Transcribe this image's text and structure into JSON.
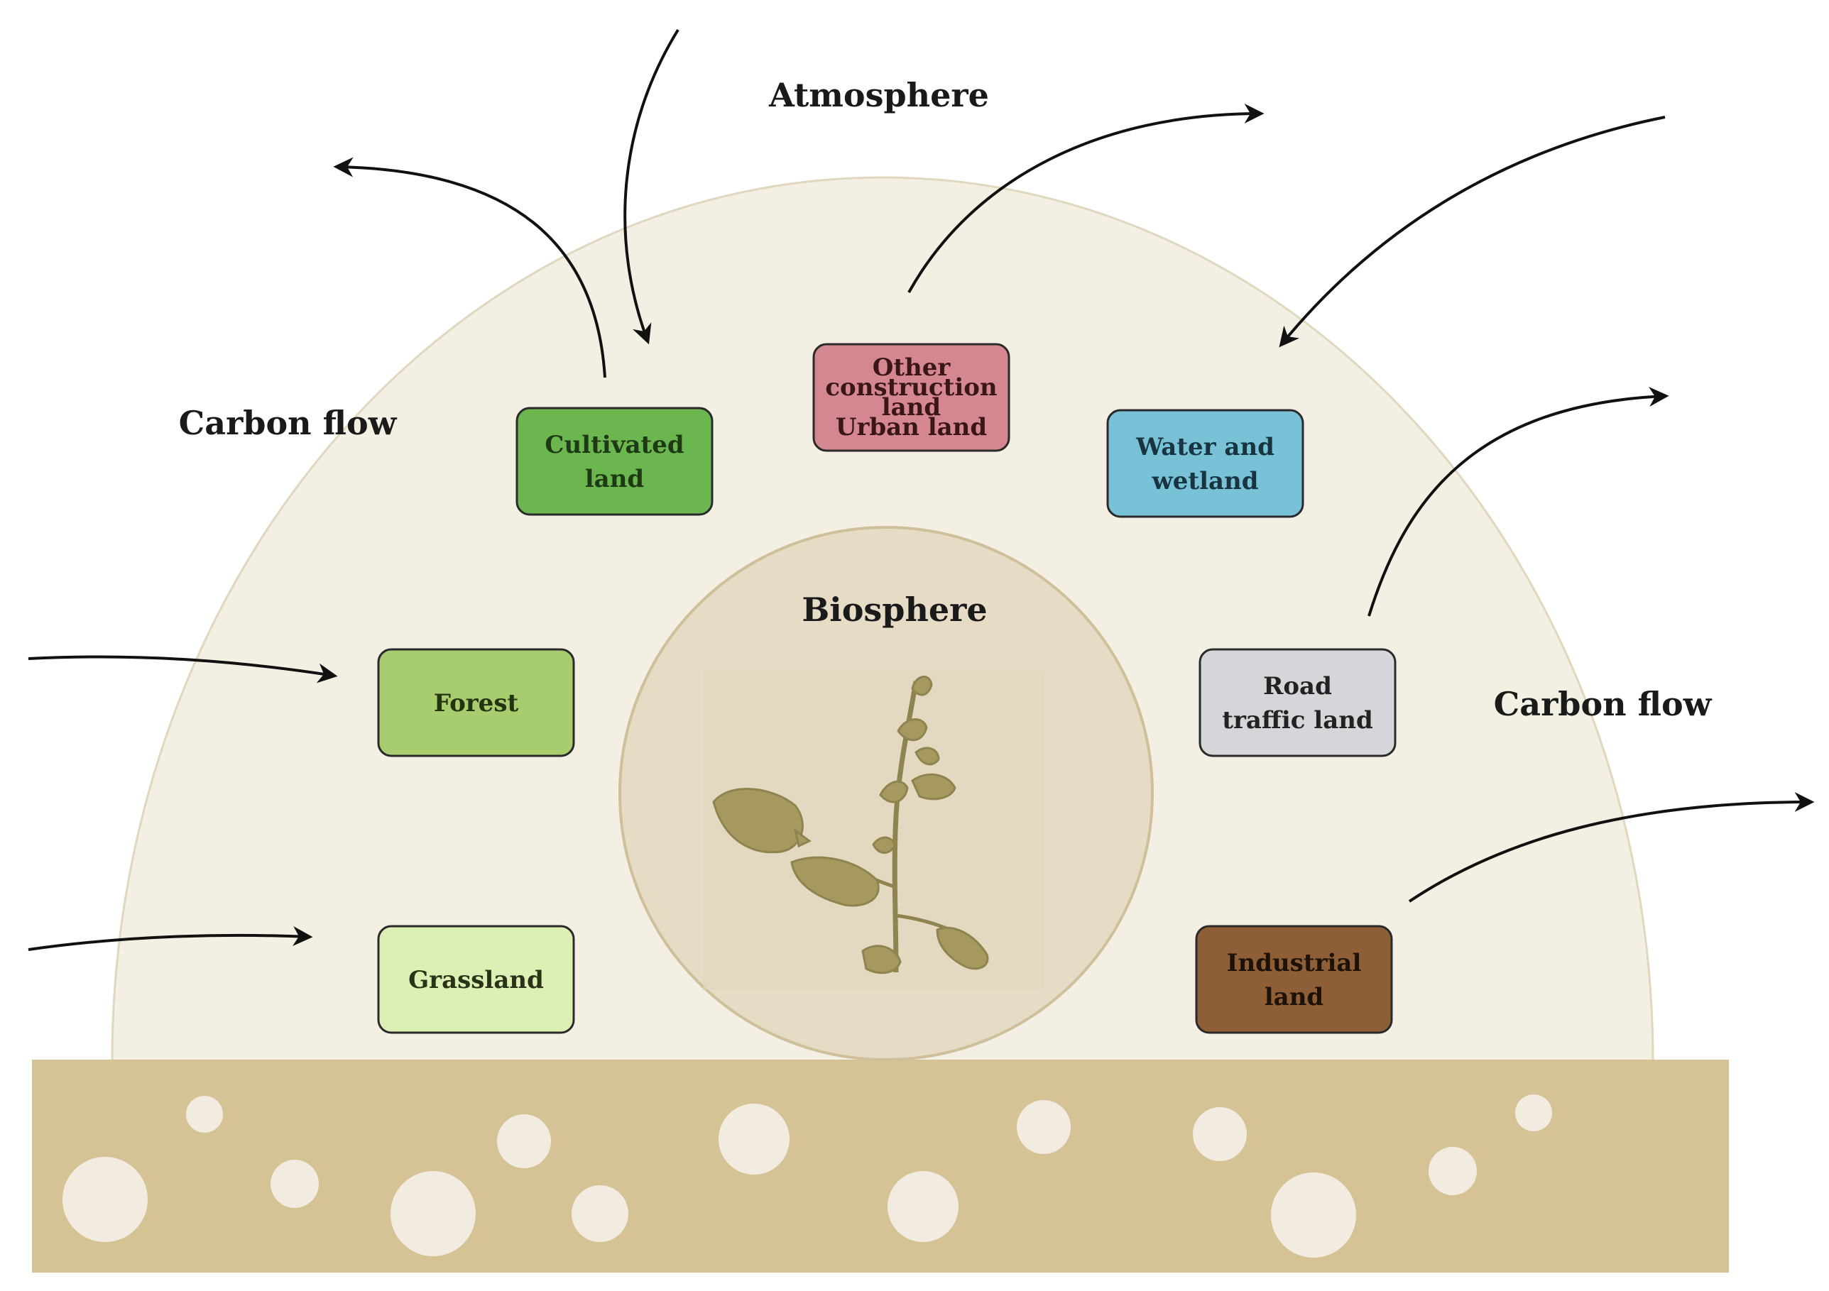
{
  "labels": {
    "atmosphere": "Atmosphere",
    "biosphere": "Biosphere",
    "carbon_flow_left": "Carbon flow",
    "carbon_flow_right": "Carbon flow"
  },
  "land_types": [
    {
      "id": "cultivated",
      "lines": [
        "Cultivated",
        "land"
      ],
      "color": "#6cb650",
      "text_color": "#1e3a14"
    },
    {
      "id": "other-construction-urban",
      "lines": [
        "Other",
        "construction",
        "land",
        "Urban land"
      ],
      "color": "#d4878e",
      "text_color": "#3a1618"
    },
    {
      "id": "water-wetland",
      "lines": [
        "Water and",
        "wetland"
      ],
      "color": "#79c1d7",
      "text_color": "#17343f"
    },
    {
      "id": "forest",
      "lines": [
        "Forest"
      ],
      "color": "#a8cd6e",
      "text_color": "#24330f"
    },
    {
      "id": "road-traffic",
      "lines": [
        "Road",
        "traffic land"
      ],
      "color": "#d5d6d9",
      "text_color": "#222222"
    },
    {
      "id": "grassland",
      "lines": [
        "Grassland"
      ],
      "color": "#dcf0b4",
      "text_color": "#2a3318"
    },
    {
      "id": "industrial",
      "lines": [
        "Industrial",
        "land"
      ],
      "color": "#8e5e36",
      "text_color": "#1c1208"
    }
  ],
  "colors": {
    "atmosphere_fill": "#f3efe3",
    "atmosphere_stroke": "#e0d7bf",
    "biosphere_fill": "#e6dcc6",
    "biosphere_stroke": "#cfc09b",
    "soil_fill": "#d6c395",
    "soil_pore": "#f2ece0",
    "plant": "#a6995f",
    "arrow": "#111111"
  }
}
